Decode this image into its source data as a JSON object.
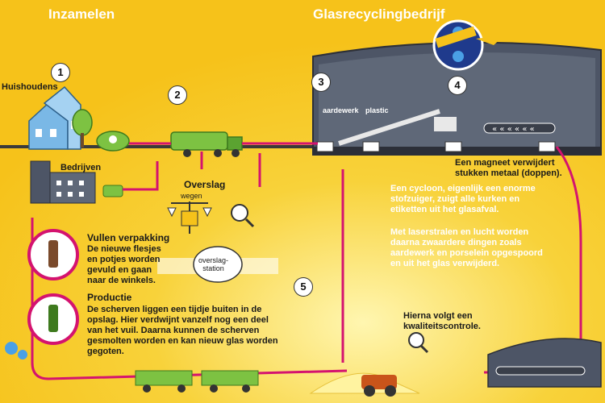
{
  "headers": {
    "collect": "Inzamelen",
    "plant": "Glasrecyclingbedrijf"
  },
  "steps": [
    "1",
    "2",
    "3",
    "4",
    "5"
  ],
  "labels": {
    "households": "Huishoudens",
    "companies": "Bedrijven",
    "transfer": "Overslag",
    "weigh": "wegen",
    "transfer_station": "overslag-\nstation",
    "pottery": "aardewerk",
    "plastic": "plastic"
  },
  "texts": {
    "magnet": "Een magneet verwijdert\nstukken metaal (doppen).",
    "cyclone": "Een cycloon, eigenlijk een enorme\nstofzuiger, zuigt alle kurken en\netiketten uit het glasafval.",
    "laser": "Met laserstralen en lucht worden\ndaarna zwaardere dingen zoals\naardewerk en porselein opgespoord\nen uit het glas verwijderd.",
    "quality": "Hierna volgt een\nkwaliteitscontrole."
  },
  "packaging": {
    "title": "Vullen verpakking",
    "body": "De nieuwe flesjes\nen potjes worden\ngevuld en gaan\nnaar de winkels."
  },
  "production": {
    "title": "Productie",
    "body": "De scherven liggen een tijdje buiten in de\nopslag. Hier verdwijnt vanzelf nog een deel\nvan het vuil. Daarna kunnen de scherven\ngesmolten worden en kan nieuw glas worden\ngegoten."
  },
  "colors": {
    "background": "#f6c21a",
    "route": "#d4136f",
    "building": "#4d5566",
    "truck": "#7dc242",
    "house": "#7ab8e6"
  },
  "icons": [
    "house-icon",
    "tree-icon",
    "recycle-bin-icon",
    "company-building-icon",
    "truck-icon",
    "scale-icon",
    "magnifier-icon",
    "magnet-icon",
    "bottle-icon",
    "jar-icon",
    "loader-icon"
  ]
}
